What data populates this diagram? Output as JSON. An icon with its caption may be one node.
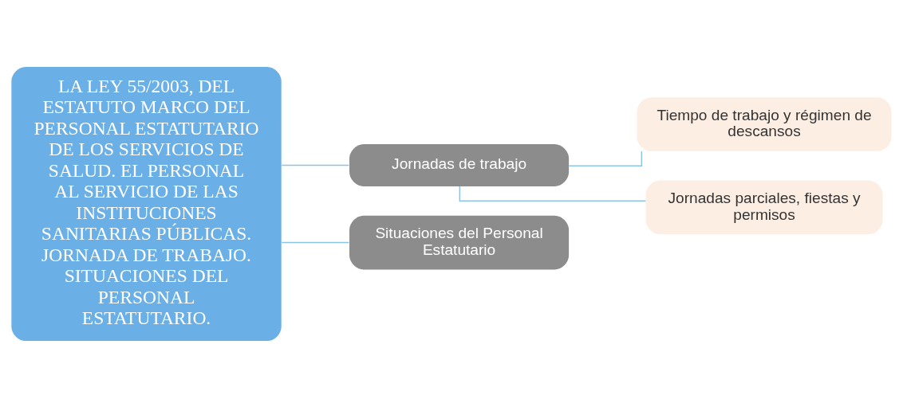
{
  "diagram": {
    "nodes": [
      {
        "text": [
          "LA LEY 55/2003, DEL ESTATUTO MARCO DEL PERSONAL ESTATUTARIO DE LOS SERVICIOS DE SALUD. EL PERSONAL AL SERVICIO DE LAS INSTITUCIONES SANITARIAS PÚBLICAS. JORNADA DE TRABAJO. SITUACIONES DEL PERSONAL ESTATUTARIO."
        ]
      },
      {
        "text": [
          "Jornadas de trabajo"
        ]
      },
      {
        "text": [
          "Situaciones del Personal Estatutario"
        ]
      },
      {
        "text": [
          "Tiempo de trabajo y régimen de descansos"
        ]
      },
      {
        "text": [
          "Jornadas parciales, fiestas y permisos"
        ]
      }
    ],
    "edges": [
      {
        "from": 0,
        "to": 1,
        "arrow": "none"
      },
      {
        "from": 0,
        "to": 2,
        "arrow": "none"
      },
      {
        "from": 1,
        "to": 3,
        "arrow": "none"
      },
      {
        "from": 1,
        "to": 4,
        "arrow": "none"
      }
    ]
  }
}
